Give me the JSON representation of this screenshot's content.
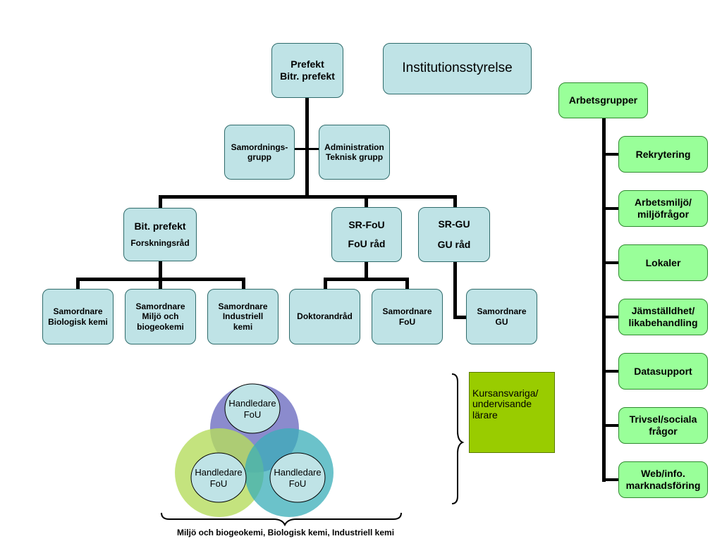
{
  "top": {
    "prefekt": {
      "line1": "Prefekt",
      "line2": "Bitr. prefekt"
    },
    "styrelse": "Institutionsstyrelse"
  },
  "staff": {
    "samordning": {
      "line1": "Samordnings-",
      "line2": "grupp"
    },
    "admin": {
      "line1": "Administration",
      "line2": "Teknisk grupp"
    }
  },
  "mid": {
    "bit_prefekt": {
      "line1": "Bit. prefekt",
      "line2": "Forskningsråd"
    },
    "sr_fou": {
      "line1": "SR-FoU",
      "line2": "FoU råd"
    },
    "sr_gu": {
      "line1": "SR-GU",
      "line2": "GU råd"
    }
  },
  "bottom": {
    "bio": {
      "line1": "Samordnare",
      "line2": "Biologisk kemi"
    },
    "miljo": {
      "line1": "Samordnare",
      "line2": "Miljö och",
      "line3": "biogeokemi"
    },
    "industri": {
      "line1": "Samordnare",
      "line2": "Industriell",
      "line3": "kemi"
    },
    "doktorand": "Doktorandråd",
    "fou": {
      "line1": "Samordnare",
      "line2": "FoU"
    },
    "gu": {
      "line1": "Samordnare",
      "line2": "GU"
    }
  },
  "arbetsgrupper": {
    "title": "Arbetsgrupper",
    "items": [
      {
        "line1": "Rekrytering"
      },
      {
        "line1": "Arbetsmiljö/",
        "line2": "miljöfrågor"
      },
      {
        "line1": "Lokaler"
      },
      {
        "line1": "Jämställdhet/",
        "line2": "likabehandling"
      },
      {
        "line1": "Datasupport"
      },
      {
        "line1": "Trivsel/sociala",
        "line2": "frågor"
      },
      {
        "line1": "Web/info.",
        "line2": "marknadsföring"
      }
    ]
  },
  "venn": {
    "top": {
      "line1": "Handledare",
      "line2": "FoU"
    },
    "left": {
      "line1": "Handledare",
      "line2": "FoU"
    },
    "right": {
      "line1": "Handledare",
      "line2": "FoU"
    },
    "caption": "Miljö och biogeokemi, Biologisk kemi, Industriell kemi"
  },
  "kursansvariga": {
    "line1": "Kursansvariga/",
    "line2": "undervisande",
    "line3": "lärare"
  },
  "colors": {
    "box": "#bfe3e6",
    "green": "#99ff99",
    "lime": "#99cc00",
    "venn_top": "#7777c4",
    "venn_left": "#b5dc5e",
    "venn_right": "#3aaeb8"
  }
}
